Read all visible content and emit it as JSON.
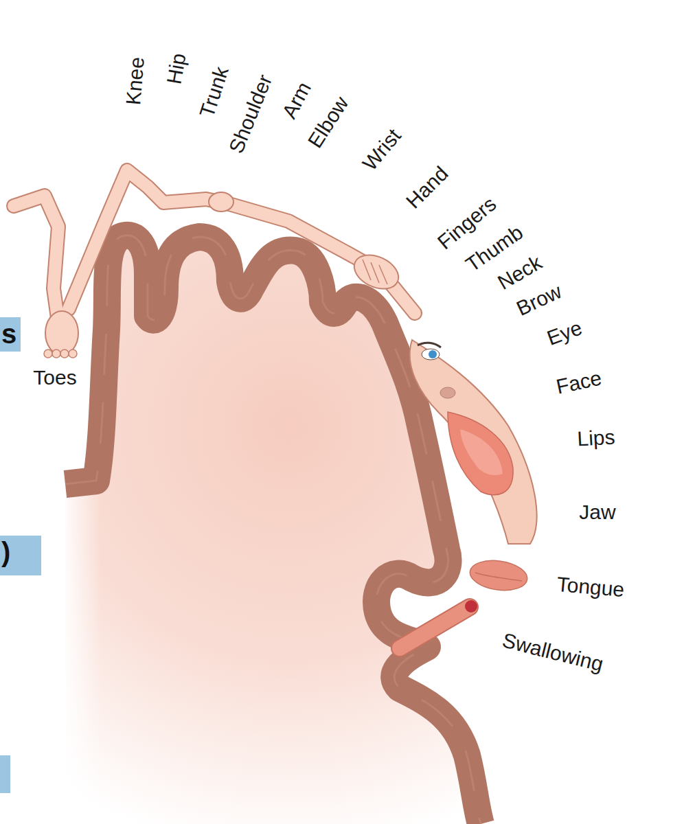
{
  "diagram": {
    "nodes": [
      {
        "text": [
          "s"
        ]
      },
      {
        "text": [
          ")"
        ]
      }
    ],
    "labels": [
      "Knee",
      "Hip",
      "Trunk",
      "Shoulder",
      "Arm",
      "Elbow",
      "Wrist",
      "Hand",
      "Fingers",
      "Thumb",
      "Neck",
      "Brow",
      "Eye",
      "Face",
      "Lips",
      "Jaw",
      "Tongue",
      "Swallowing",
      "Toes"
    ]
  }
}
